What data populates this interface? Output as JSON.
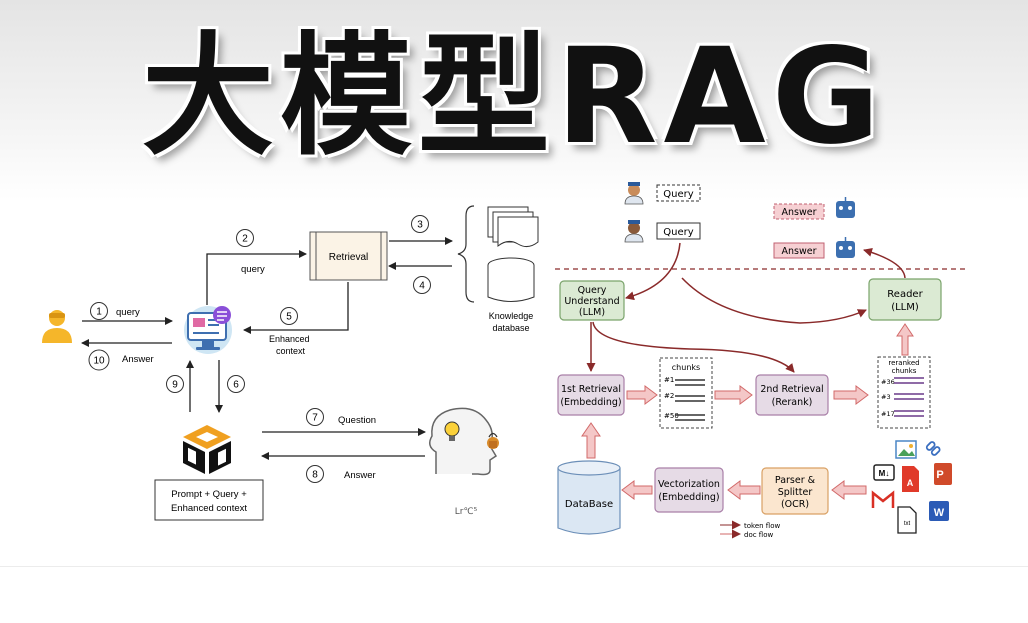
{
  "title": "大模型RAG",
  "colors": {
    "green_fill": "#dbead3",
    "green_stroke": "#7aa36a",
    "purple_fill": "#e6dbe6",
    "purple_stroke": "#a97fa8",
    "orange_fill": "#fbe6cf",
    "orange_stroke": "#d9a165",
    "blue_fill": "#dbe7f3",
    "blue_stroke": "#6c8fb8",
    "dark_red": "#8a2a2a",
    "pink_arrow": "#e8a3a3",
    "pink_answer": "#f6d0d3",
    "user_yellow": "#f5b62a"
  },
  "left_diagram": {
    "steps": {
      "s1": {
        "num": "1",
        "label": "query"
      },
      "s2": {
        "num": "2",
        "label": "query"
      },
      "s3": {
        "num": "3"
      },
      "s4": {
        "num": "4"
      },
      "s5": {
        "num": "5",
        "label_line1": "Enhanced",
        "label_line2": "context"
      },
      "s6": {
        "num": "6"
      },
      "s7": {
        "num": "7",
        "label": "Question"
      },
      "s8": {
        "num": "8",
        "label": "Answer"
      },
      "s9": {
        "num": "9"
      },
      "s10": {
        "num": "10",
        "label": "Answer"
      }
    },
    "retrieval_label": "Retrieval",
    "knowledge_line1": "Knowledge",
    "knowledge_line2": "database",
    "prompt_line1": "Prompt +  Query +",
    "prompt_line2": "Enhanced context",
    "signature": "Lr℃⁵"
  },
  "right_diagram": {
    "query1": "Query",
    "query2": "Query",
    "answer1": "Answer",
    "answer2": "Answer",
    "query_understand": [
      "Query",
      "Understand",
      "(LLM)"
    ],
    "reader": [
      "Reader",
      "(LLM)"
    ],
    "first_retrieval": [
      "1st Retrieval",
      "(Embedding)"
    ],
    "second_retrieval": [
      "2nd Retrieval",
      "(Rerank)"
    ],
    "chunks_label": "chunks",
    "chunk_tags": [
      "#1",
      "#2",
      "#50"
    ],
    "reranked_label": [
      "reranked",
      "chunks"
    ],
    "reranked_tags": [
      "#36",
      "#3",
      "#17"
    ],
    "database": "DataBase",
    "vectorization": [
      "Vectorization",
      "(Embedding)"
    ],
    "parser": [
      "Parser &",
      "Splitter",
      "(OCR)"
    ],
    "legend_token": "token flow",
    "legend_doc": "doc flow",
    "file_icons": [
      "image-file-icon",
      "link-icon",
      "markdown-file-icon",
      "pdf-file-icon",
      "powerpoint-file-icon",
      "gmail-icon",
      "text-file-icon",
      "word-file-icon"
    ]
  }
}
